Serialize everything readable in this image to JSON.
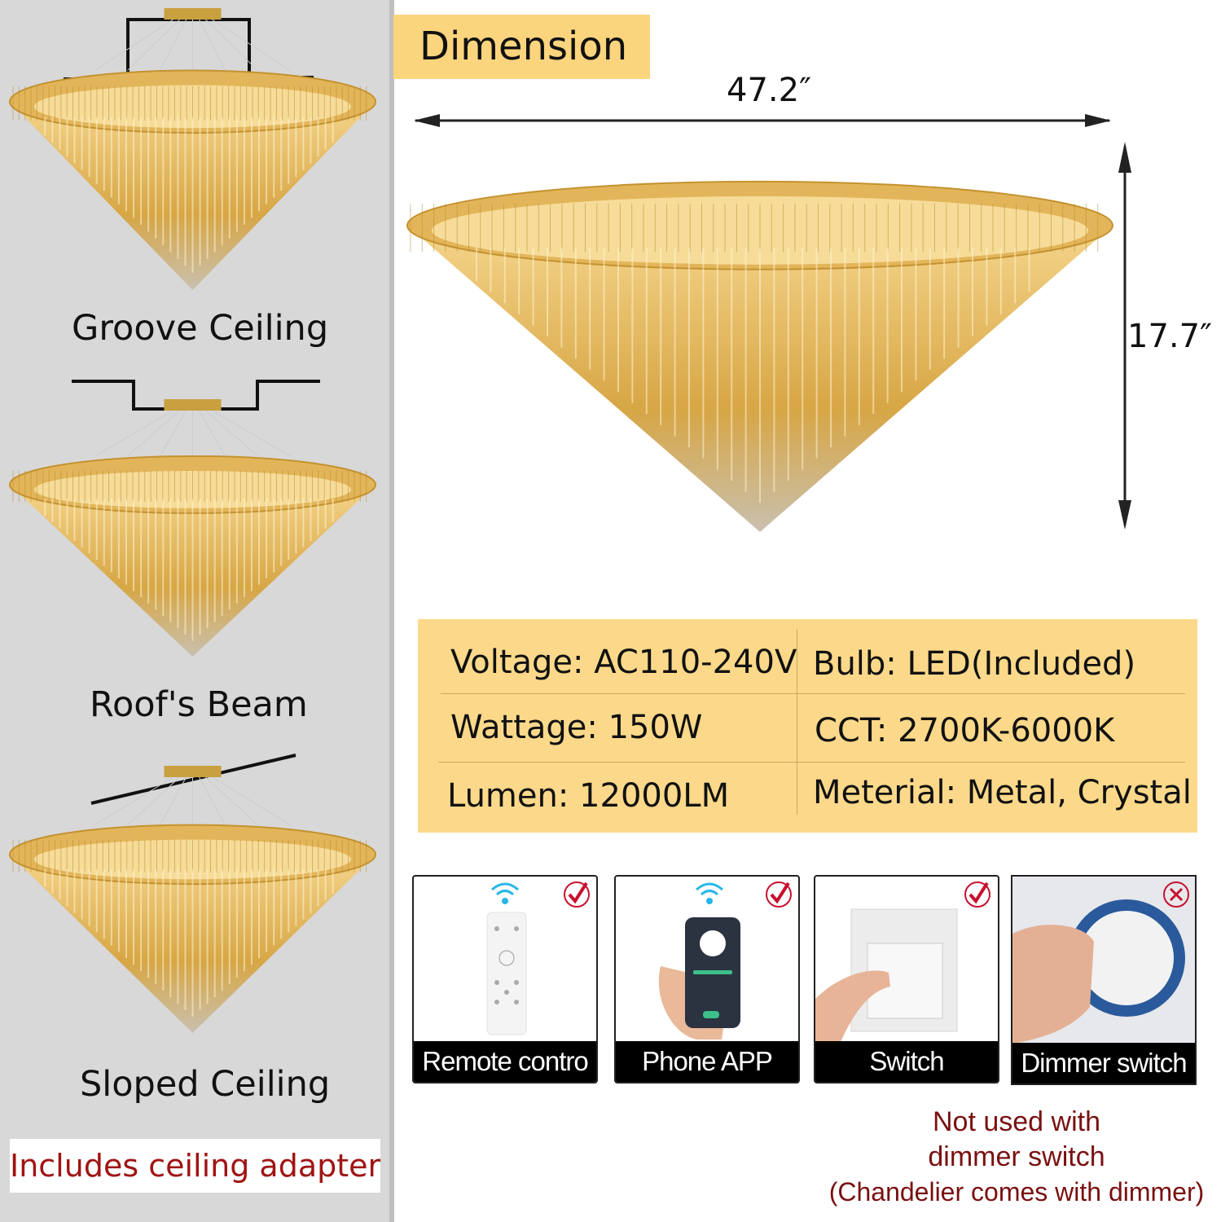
{
  "installations": [
    {
      "label": "Groove Ceiling"
    },
    {
      "label": "Roof's Beam"
    },
    {
      "label": "Sloped Ceiling"
    }
  ],
  "adapter_note": "Includes ceiling adapter",
  "dimension": {
    "title": "Dimension",
    "width": "47.2″",
    "height": "17.7″"
  },
  "specs": [
    [
      "Voltage: AC110-240V",
      "Bulb: LED(Included)"
    ],
    [
      "Wattage: 150W",
      "CCT: 2700K-6000K"
    ],
    [
      "Lumen: 12000LM",
      "Meterial: Metal, Crystal"
    ]
  ],
  "controls": [
    {
      "label": "Remote contro",
      "supported": true,
      "icon": "remote-icon"
    },
    {
      "label": "Phone APP",
      "supported": true,
      "icon": "phone-icon"
    },
    {
      "label": "Switch",
      "supported": true,
      "icon": "wall-switch-icon"
    },
    {
      "label": "Dimmer switch",
      "supported": false,
      "icon": "dimmer-icon"
    }
  ],
  "dimmer_note": {
    "line1": "Not used with",
    "line2": "dimmer switch",
    "line3": "(Chandelier comes with dimmer)"
  },
  "colors": {
    "gold": "#d9a845",
    "highlight": "#fbd47e",
    "check": "#c8102e",
    "note": "#7a1010",
    "wifi": "#27b7e8"
  }
}
